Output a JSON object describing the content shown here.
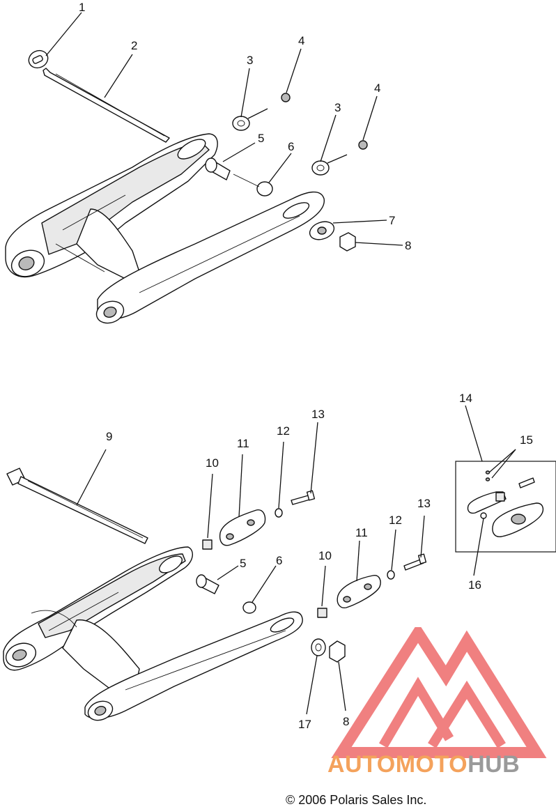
{
  "diagram": {
    "callouts_top": [
      "1",
      "2",
      "3",
      "4",
      "3",
      "4",
      "5",
      "6",
      "7",
      "8"
    ],
    "callouts_bottom": [
      "9",
      "10",
      "11",
      "12",
      "13",
      "10",
      "11",
      "12",
      "13",
      "5",
      "6",
      "17",
      "8",
      "14",
      "15",
      "16"
    ]
  },
  "copyright": "© 2006 Polaris Sales Inc.",
  "watermark": {
    "auto": "AUTOMOTO",
    "hub": "HUB",
    "colors": {
      "orange": "#f4a25c",
      "gray": "#9a9a9a",
      "red": "#f08080"
    }
  }
}
